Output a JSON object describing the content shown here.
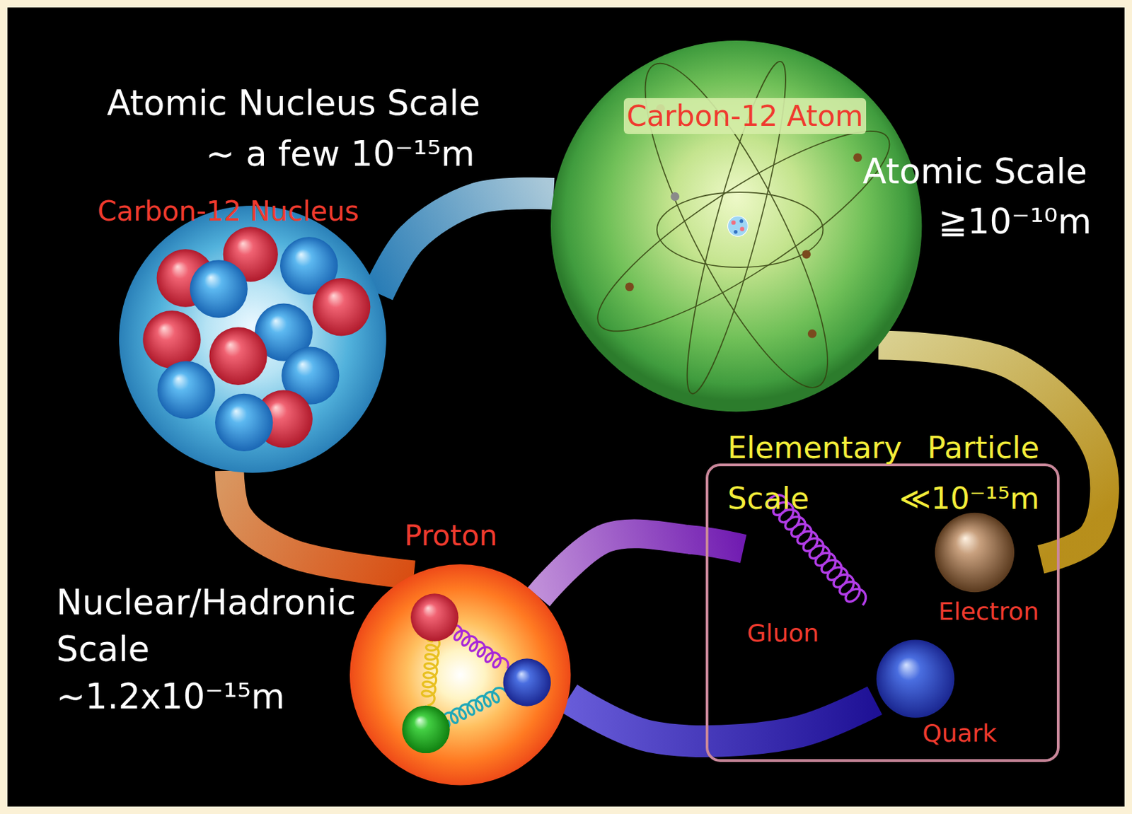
{
  "diagram": {
    "nodes": [
      {
        "text": [
          "Carbon-12 Nucleus"
        ]
      },
      {
        "text": [
          "Carbon-12 Atom"
        ]
      },
      {
        "text": [
          "Proton"
        ]
      },
      {
        "text": [
          "Elementary Particle Scale ≪10⁻¹⁵m"
        ]
      },
      {
        "text": [
          "Gluon"
        ],
        "in": 3
      },
      {
        "text": [
          "Electron"
        ],
        "in": 3
      },
      {
        "text": [
          "Quark"
        ],
        "in": 3
      }
    ],
    "edges": [
      {
        "from": 1,
        "to": 0,
        "arrow": "none"
      },
      {
        "from": 0,
        "to": 2,
        "arrow": "none"
      },
      {
        "from": 1,
        "to": 5,
        "arrow": "none"
      },
      {
        "from": 2,
        "to": 4,
        "arrow": "none"
      },
      {
        "from": 2,
        "to": 6,
        "arrow": "none"
      }
    ],
    "labels": [
      "Atomic Nucleus Scale",
      "∼ a few 10⁻¹⁵m",
      "Atomic Scale",
      "≧10⁻¹⁰m",
      "Nuclear/Hadronic Scale",
      "∼1.2x10⁻¹⁵m"
    ]
  }
}
